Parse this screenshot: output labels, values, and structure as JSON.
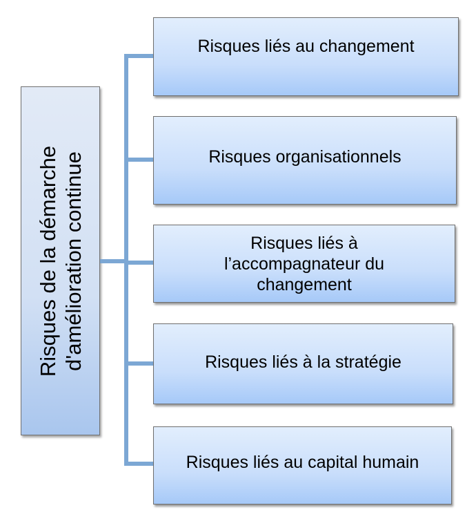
{
  "root": {
    "label": "Risques de la démarche d'amélioration continue"
  },
  "children": [
    {
      "label": "Risques liés au changement"
    },
    {
      "label": "Risques organisationnels"
    },
    {
      "label": "Risques liés à l’accompagnateur du changement"
    },
    {
      "label": "Risques liés à la stratégie"
    },
    {
      "label": "Risques liés au capital humain"
    }
  ],
  "colors": {
    "connector": "#7ca7d4",
    "box_top": "#e2eefd",
    "box_bottom": "#a6c9f8"
  }
}
